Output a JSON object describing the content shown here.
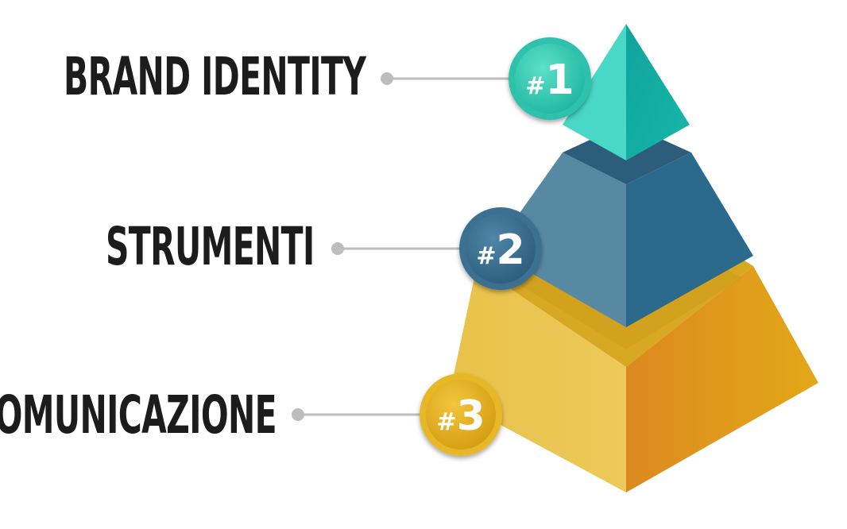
{
  "diagram": {
    "levels": [
      {
        "label": "BRAND IDENTITY",
        "badge_hash": "#",
        "badge_num": "1",
        "color": "#2ec4b0"
      },
      {
        "label": "STRUMENTI",
        "badge_hash": "#",
        "badge_num": "2",
        "color": "#3a6f8f"
      },
      {
        "label": "COMUNICAZIONE",
        "badge_hash": "#",
        "badge_num": "3",
        "color": "#e2b12a"
      }
    ]
  }
}
